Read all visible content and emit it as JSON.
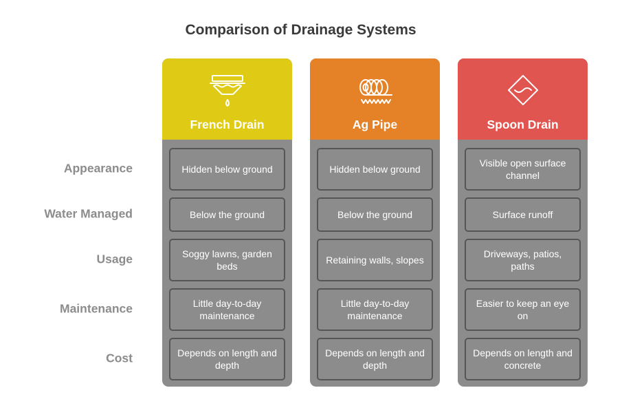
{
  "title": "Comparison of Drainage Systems",
  "rows": [
    "Appearance",
    "Water Managed",
    "Usage",
    "Maintenance",
    "Cost"
  ],
  "columns": [
    {
      "name": "French Drain",
      "color": "#dfcb16",
      "icon": "drain-grate-icon",
      "cells": [
        "Hidden below ground",
        "Below the ground",
        "Soggy lawns, garden beds",
        "Little day-to-day maintenance",
        "Depends on length and depth"
      ]
    },
    {
      "name": "Ag Pipe",
      "color": "#e58126",
      "icon": "coiled-pipe-icon",
      "cells": [
        "Hidden below ground",
        "Below the ground",
        "Retaining walls, slopes",
        "Little day-to-day maintenance",
        "Depends on length and depth"
      ]
    },
    {
      "name": "Spoon Drain",
      "color": "#e05550",
      "icon": "diamond-channel-icon",
      "cells": [
        "Visible open surface channel",
        "Surface runoff",
        "Driveways, patios, paths",
        "Easier to keep an eye on",
        "Depends on length and concrete"
      ]
    }
  ]
}
